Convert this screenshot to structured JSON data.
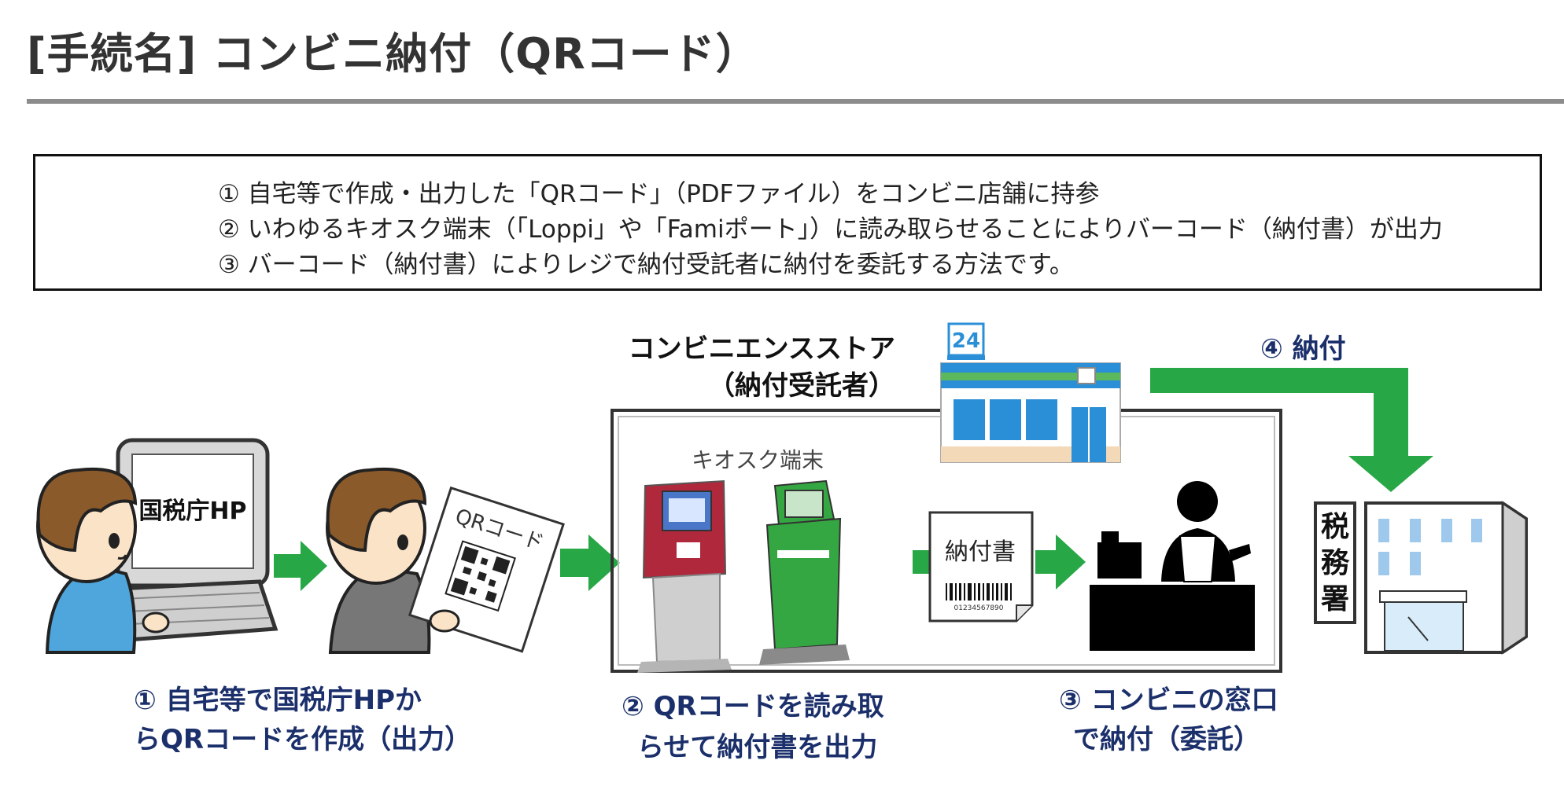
{
  "page": {
    "title": "[手続名] コンビニ納付（QRコード）"
  },
  "steps_box": {
    "lines": [
      "① 自宅等で作成・出力した「QRコード」（PDFファイル）をコンビニ店舗に持参",
      "② いわゆるキオスク端末（「Loppi」や「Famiポート」）に読み取らせることによりバーコード（納付書）が出力",
      "③ バーコード（納付書）によりレジで納付受託者に納付を委託する方法です。"
    ]
  },
  "diagram": {
    "monitor_text": "国税庁HP",
    "qr_paper_text": "QRコード",
    "store_title": "コンビニエンスストア",
    "store_subtitle": "（納付受託者）",
    "store_sign": "24",
    "kiosk_label": "キオスク端末",
    "bill_text": "納付書",
    "bill_barcode_number": "01234567890",
    "pay_label": "④ 納付",
    "tax_office_sign": [
      "税",
      "務",
      "署"
    ],
    "captions": {
      "step1": [
        "① 自宅等で国税庁HPか",
        "らQRコードを作成（出力）"
      ],
      "step2": [
        "② QRコードを読み取",
        "らせて納付書を出力"
      ],
      "step3": [
        "③ コンビニの窓口",
        "で納付（委託）"
      ]
    },
    "colors": {
      "arrow_green": "#27a745",
      "caption_navy": "#1b2f6b",
      "store_blue": "#2a8fd6",
      "kiosk_red": "#b0283c",
      "kiosk_green": "#35a742"
    }
  }
}
